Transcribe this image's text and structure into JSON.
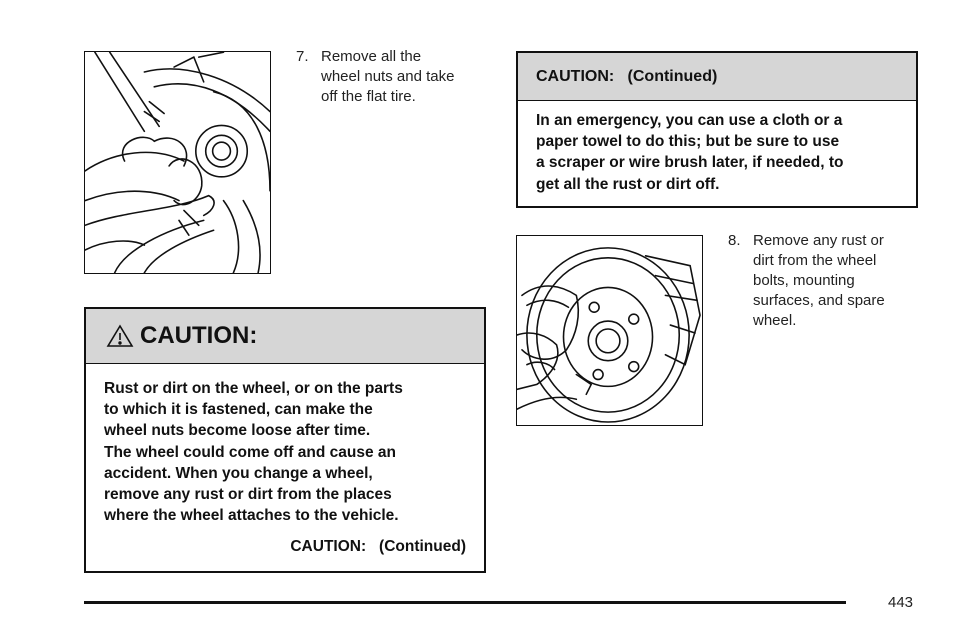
{
  "steps": [
    {
      "number": "7.",
      "lines": [
        "Remove all the",
        "wheel nuts and take",
        "off the flat tire."
      ]
    },
    {
      "number": "8.",
      "lines": [
        "Remove any rust or",
        "dirt from the wheel",
        "bolts, mounting",
        "surfaces, and spare",
        "wheel."
      ]
    }
  ],
  "caution_main": {
    "icon": "warning-triangle-icon",
    "heading": "CAUTION:",
    "lines": [
      "Rust or dirt on the wheel, or on the parts",
      "to which it is fastened, can make the",
      "wheel nuts become loose after time.",
      "The wheel could come off and cause an",
      "accident. When you change a wheel,",
      "remove any rust or dirt from the places",
      "where the wheel attaches to the vehicle."
    ],
    "continued": "CAUTION:   (Continued)"
  },
  "caution_continued": {
    "heading": "CAUTION:   (Continued)",
    "lines": [
      "In an emergency, you can use a cloth or a",
      "paper towel to do this; but be sure to use",
      "a scraper or wire brush later, if needed, to",
      "get all the rust or dirt off."
    ]
  },
  "page_number": "443"
}
